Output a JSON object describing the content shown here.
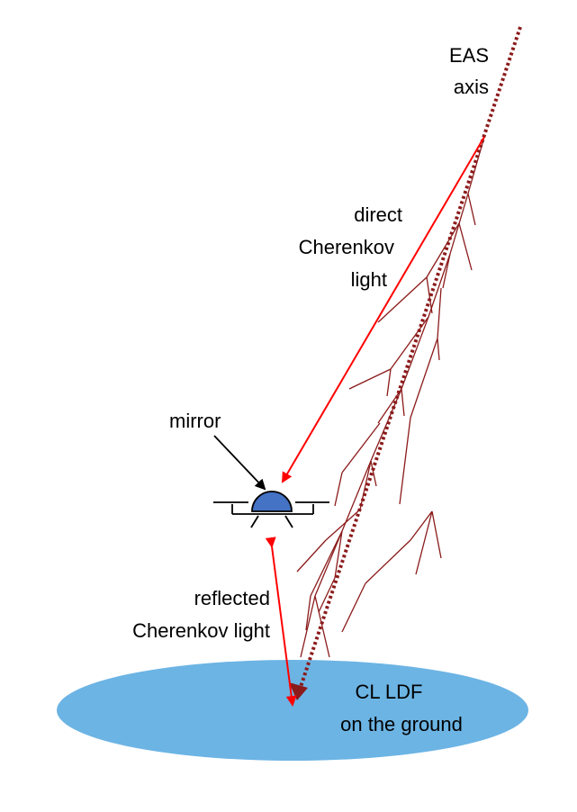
{
  "labels": {
    "eas_axis": [
      "EAS",
      "axis"
    ],
    "direct_light": [
      "direct",
      "Cherenkov",
      "light"
    ],
    "mirror": "mirror",
    "reflected_light": [
      "reflected",
      "Cherenkov light"
    ],
    "ground_ldf": [
      "CL LDF",
      "on the ground"
    ]
  },
  "colors": {
    "axis": "#8b1a1a",
    "shower": "#8b1a1a",
    "direct_arrow": "#ff0000",
    "reflected_arrow": "#ff0000",
    "ground": "#6cb4e4",
    "mirror_dome": "#4472c4",
    "outline": "#000000"
  }
}
